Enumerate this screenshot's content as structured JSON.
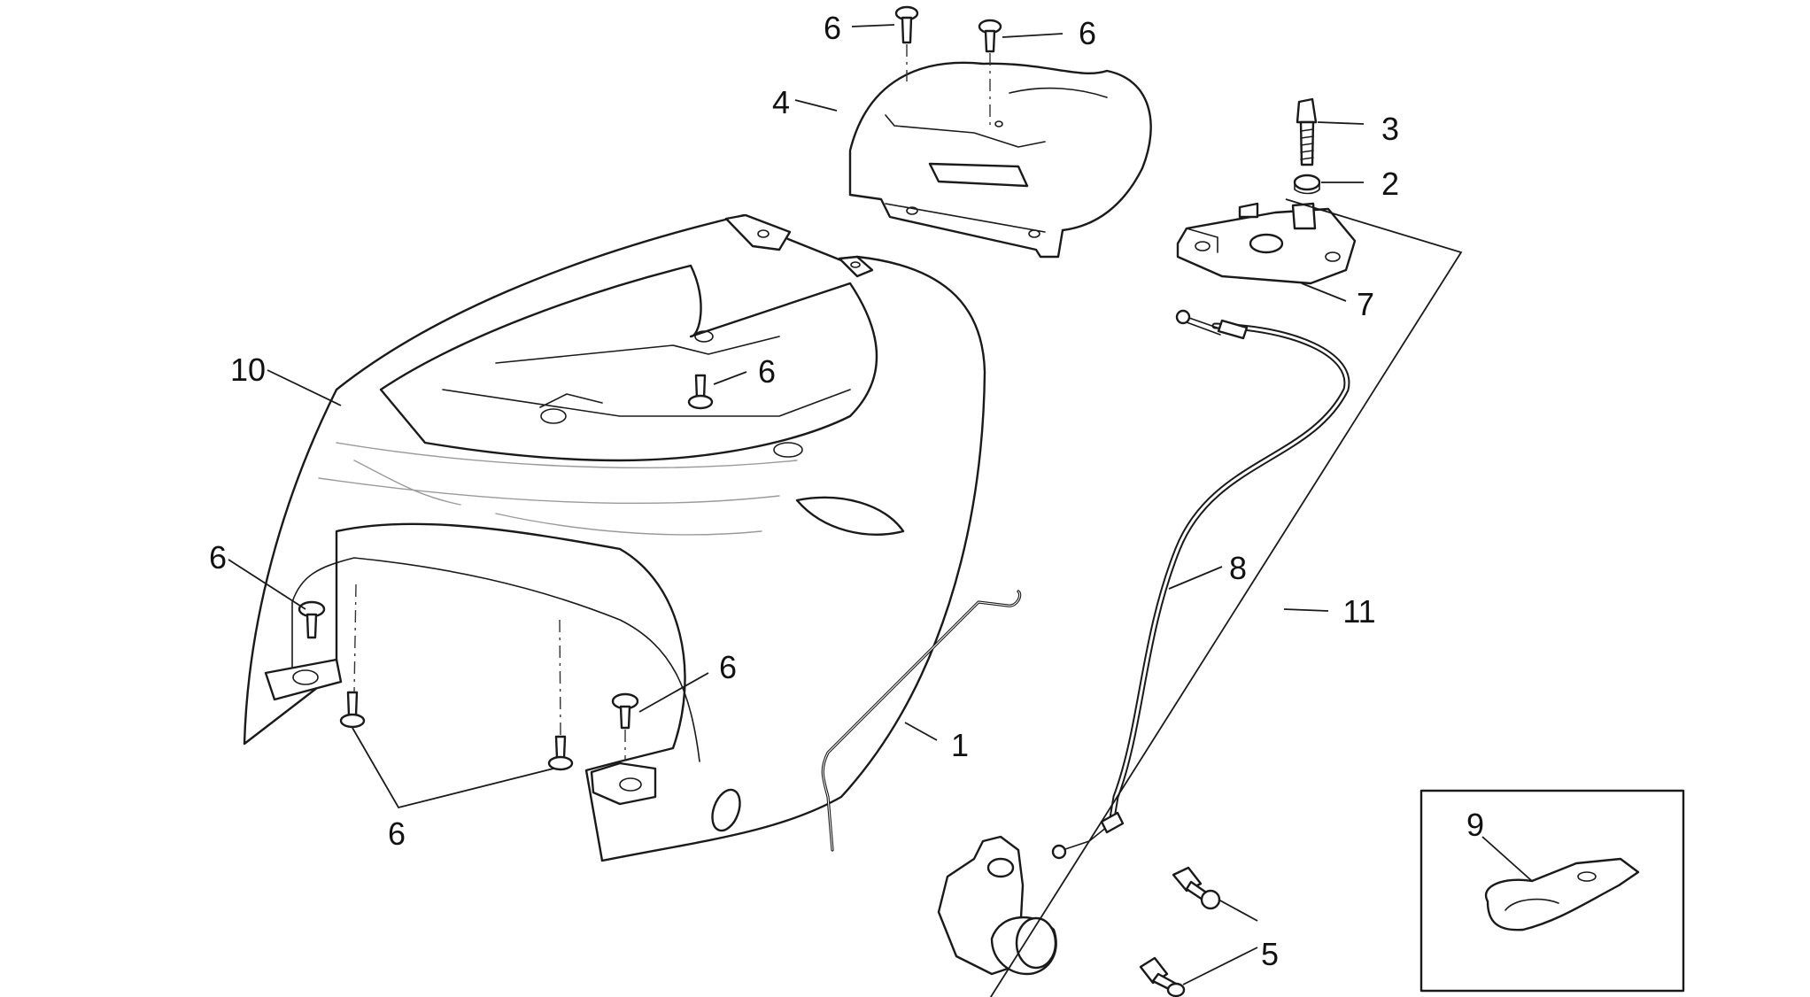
{
  "callouts": {
    "c1": "1",
    "c2": "2",
    "c3": "3",
    "c4": "4",
    "c5": "5",
    "c6a": "6",
    "c6b": "6",
    "c6c": "6",
    "c6d": "6",
    "c6e": "6",
    "c6f": "6",
    "c7": "7",
    "c8": "8",
    "c9": "9",
    "c10": "10",
    "c11": "11"
  }
}
